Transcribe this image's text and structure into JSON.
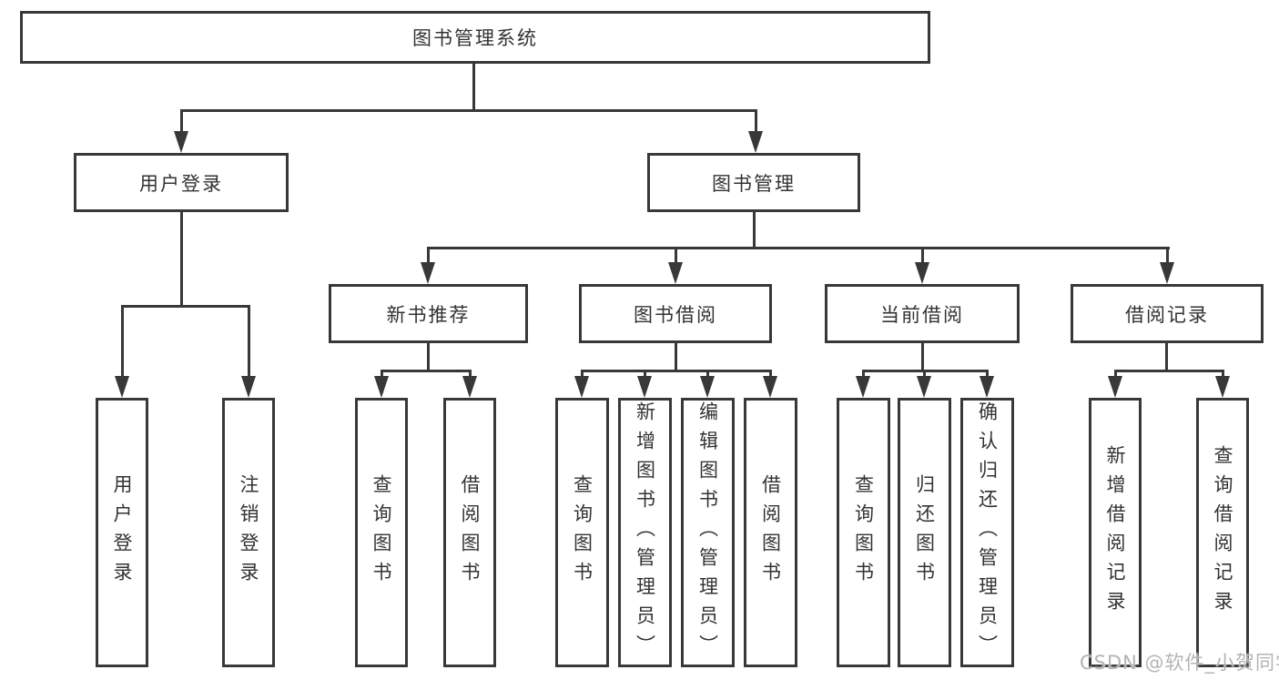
{
  "diagram": {
    "type": "hierarchy",
    "root": {
      "label": "图书管理系统"
    },
    "level2": [
      {
        "label": "用户登录",
        "parent": "图书管理系统"
      },
      {
        "label": "图书管理",
        "parent": "图书管理系统"
      }
    ],
    "level3": [
      {
        "label": "新书推荐",
        "parent": "图书管理"
      },
      {
        "label": "图书借阅",
        "parent": "图书管理"
      },
      {
        "label": "当前借阅",
        "parent": "图书管理"
      },
      {
        "label": "借阅记录",
        "parent": "图书管理"
      }
    ],
    "leaves": [
      {
        "label": "用户登录",
        "parent": "用户登录"
      },
      {
        "label": "注销登录",
        "parent": "用户登录"
      },
      {
        "label": "查询图书",
        "parent": "新书推荐"
      },
      {
        "label": "借阅图书",
        "parent": "新书推荐"
      },
      {
        "label": "查询图书",
        "parent": "图书借阅"
      },
      {
        "label": "新增图书（管理员）",
        "parent": "图书借阅"
      },
      {
        "label": "编辑图书（管理员）",
        "parent": "图书借阅"
      },
      {
        "label": "借阅图书",
        "parent": "图书借阅"
      },
      {
        "label": "查询图书",
        "parent": "当前借阅"
      },
      {
        "label": "归还图书",
        "parent": "当前借阅"
      },
      {
        "label": "确认归还（管理员）",
        "parent": "当前借阅"
      },
      {
        "label": "新增借阅记录",
        "parent": "借阅记录"
      },
      {
        "label": "查询借阅记录",
        "parent": "借阅记录"
      }
    ]
  },
  "watermark": {
    "text": "CSDN @软件_小贺同学"
  },
  "colors": {
    "line": "#383838",
    "node_border": "#383838",
    "node_fill": "#ffffff",
    "text": "#333333",
    "watermark": "#b4b4b4",
    "background": "#ffffff"
  }
}
